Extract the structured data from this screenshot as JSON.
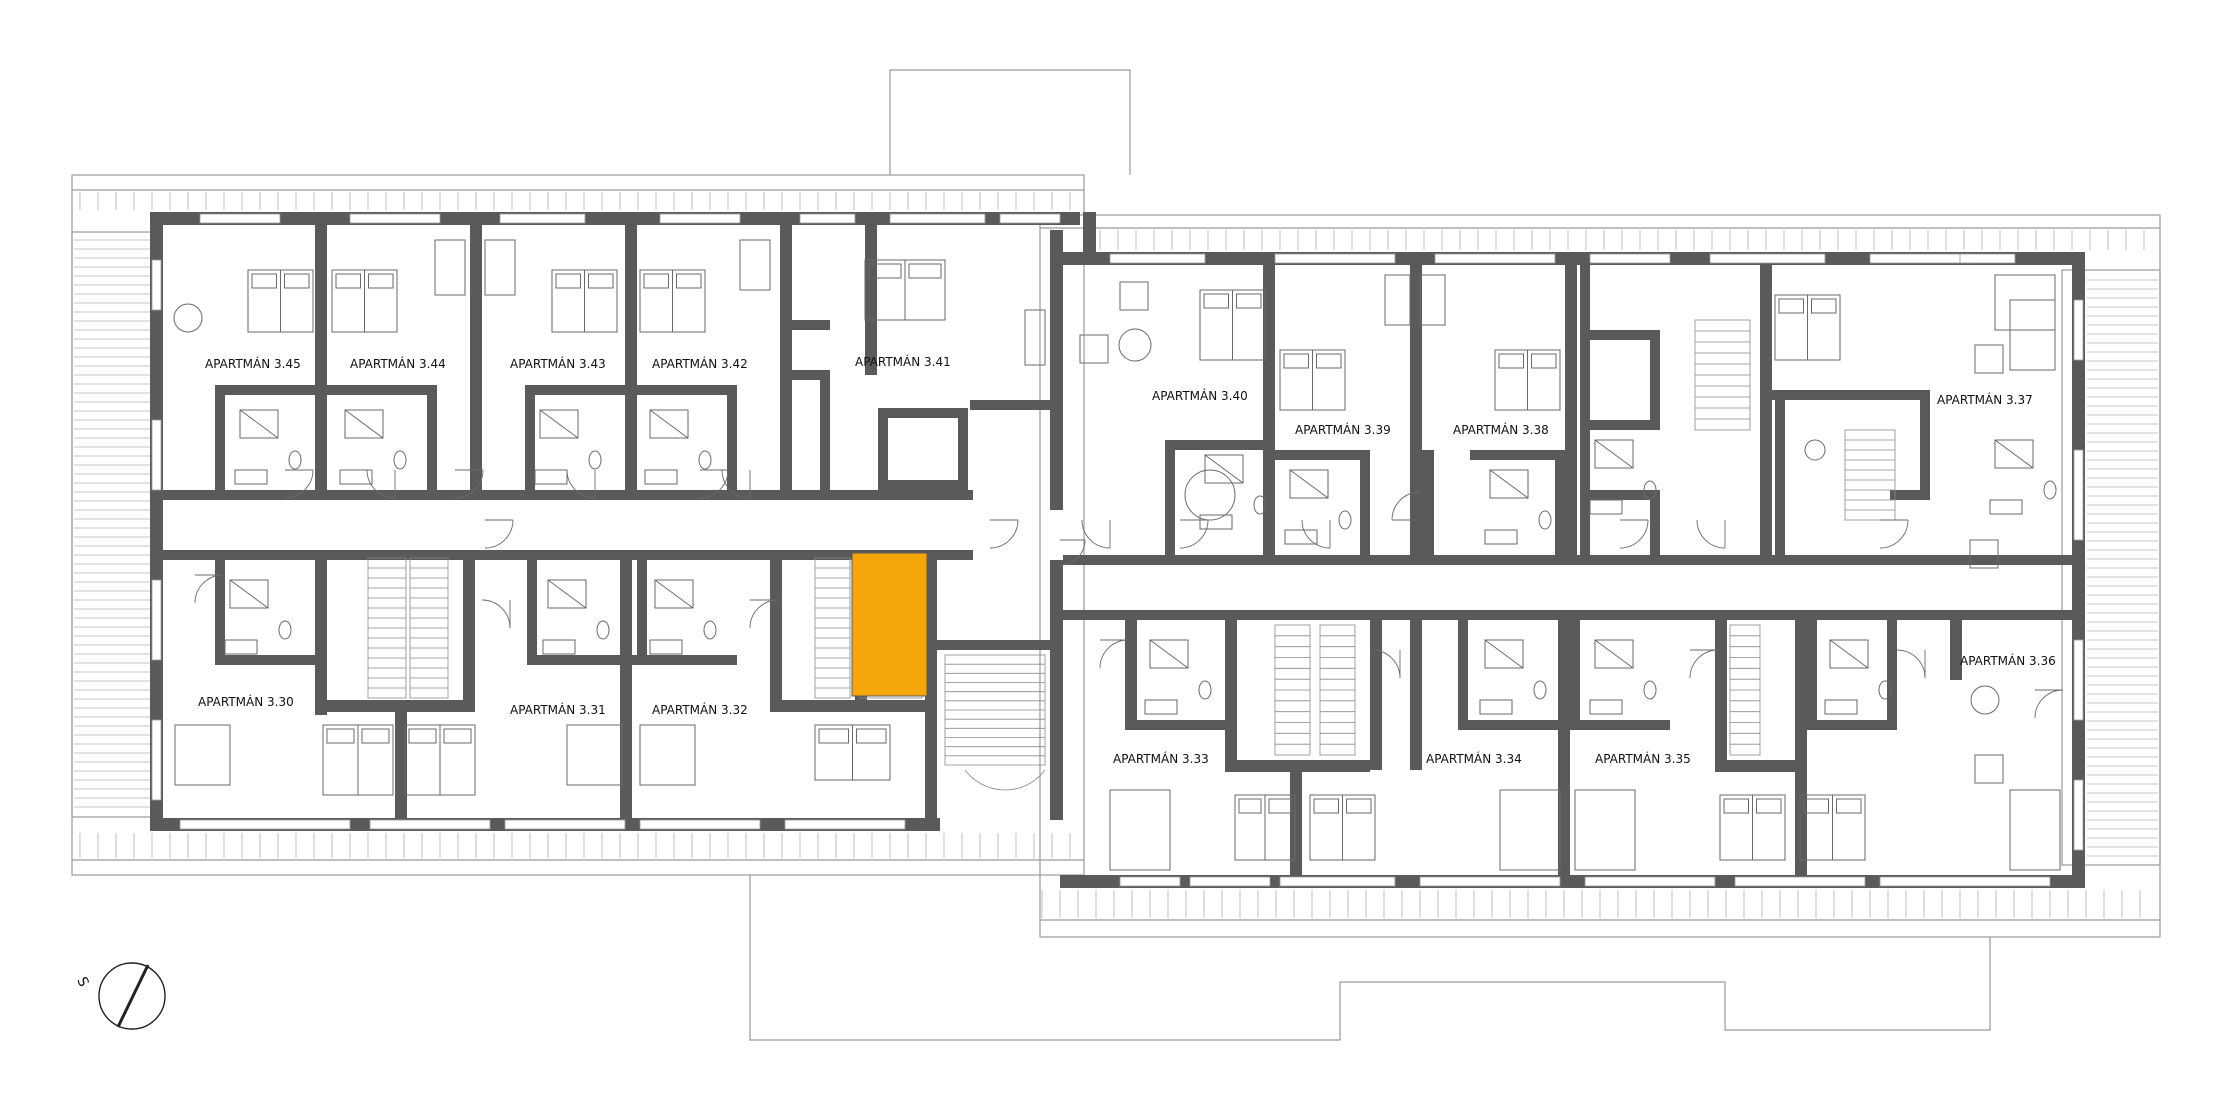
{
  "plan": {
    "colors": {
      "wall": "#5a5a5a",
      "thin_line": "#9a9a9a",
      "furniture": "#6a6a6a",
      "highlight": "#f5a60a",
      "background": "#ffffff"
    },
    "north_arrow": {
      "label": "S"
    },
    "apartments": [
      {
        "id": "a345",
        "label": "APARTMÁN 3.45"
      },
      {
        "id": "a344",
        "label": "APARTMÁN 3.44"
      },
      {
        "id": "a343",
        "label": "APARTMÁN 3.43"
      },
      {
        "id": "a342",
        "label": "APARTMÁN 3.42"
      },
      {
        "id": "a341",
        "label": "APARTMÁN 3.41"
      },
      {
        "id": "a340",
        "label": "APARTMÁN 3.40"
      },
      {
        "id": "a339",
        "label": "APARTMÁN 3.39"
      },
      {
        "id": "a338",
        "label": "APARTMÁN 3.38"
      },
      {
        "id": "a337",
        "label": "APARTMÁN 3.37"
      },
      {
        "id": "a330",
        "label": "APARTMÁN 3.30"
      },
      {
        "id": "a331",
        "label": "APARTMÁN 3.31"
      },
      {
        "id": "a332",
        "label": "APARTMÁN 3.32"
      },
      {
        "id": "a333",
        "label": "APARTMÁN 3.33"
      },
      {
        "id": "a334",
        "label": "APARTMÁN 3.34"
      },
      {
        "id": "a335",
        "label": "APARTMÁN 3.35"
      },
      {
        "id": "a336",
        "label": "APARTMÁN 3.36"
      }
    ]
  }
}
